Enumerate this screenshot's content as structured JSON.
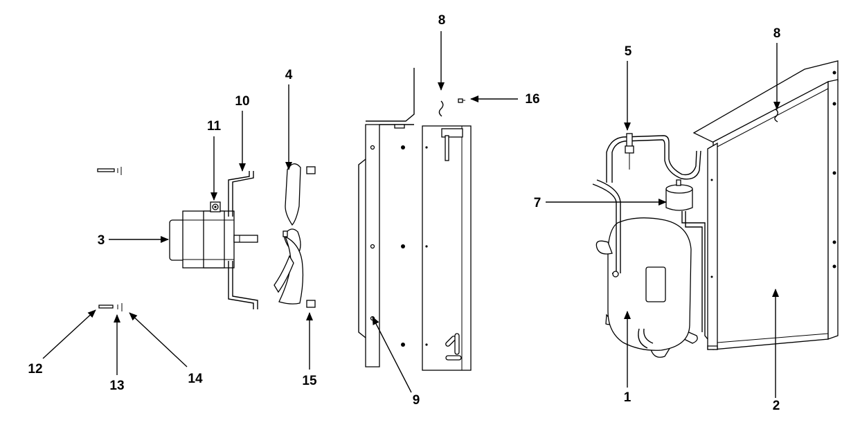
{
  "callouts": {
    "c1": "1",
    "c2": "2",
    "c3": "3",
    "c4": "4",
    "c5": "5",
    "c7": "7",
    "c8a": "8",
    "c8b": "8",
    "c9": "9",
    "c10": "10",
    "c11": "11",
    "c12": "12",
    "c13": "13",
    "c14": "14",
    "c15": "15",
    "c16": "16"
  }
}
